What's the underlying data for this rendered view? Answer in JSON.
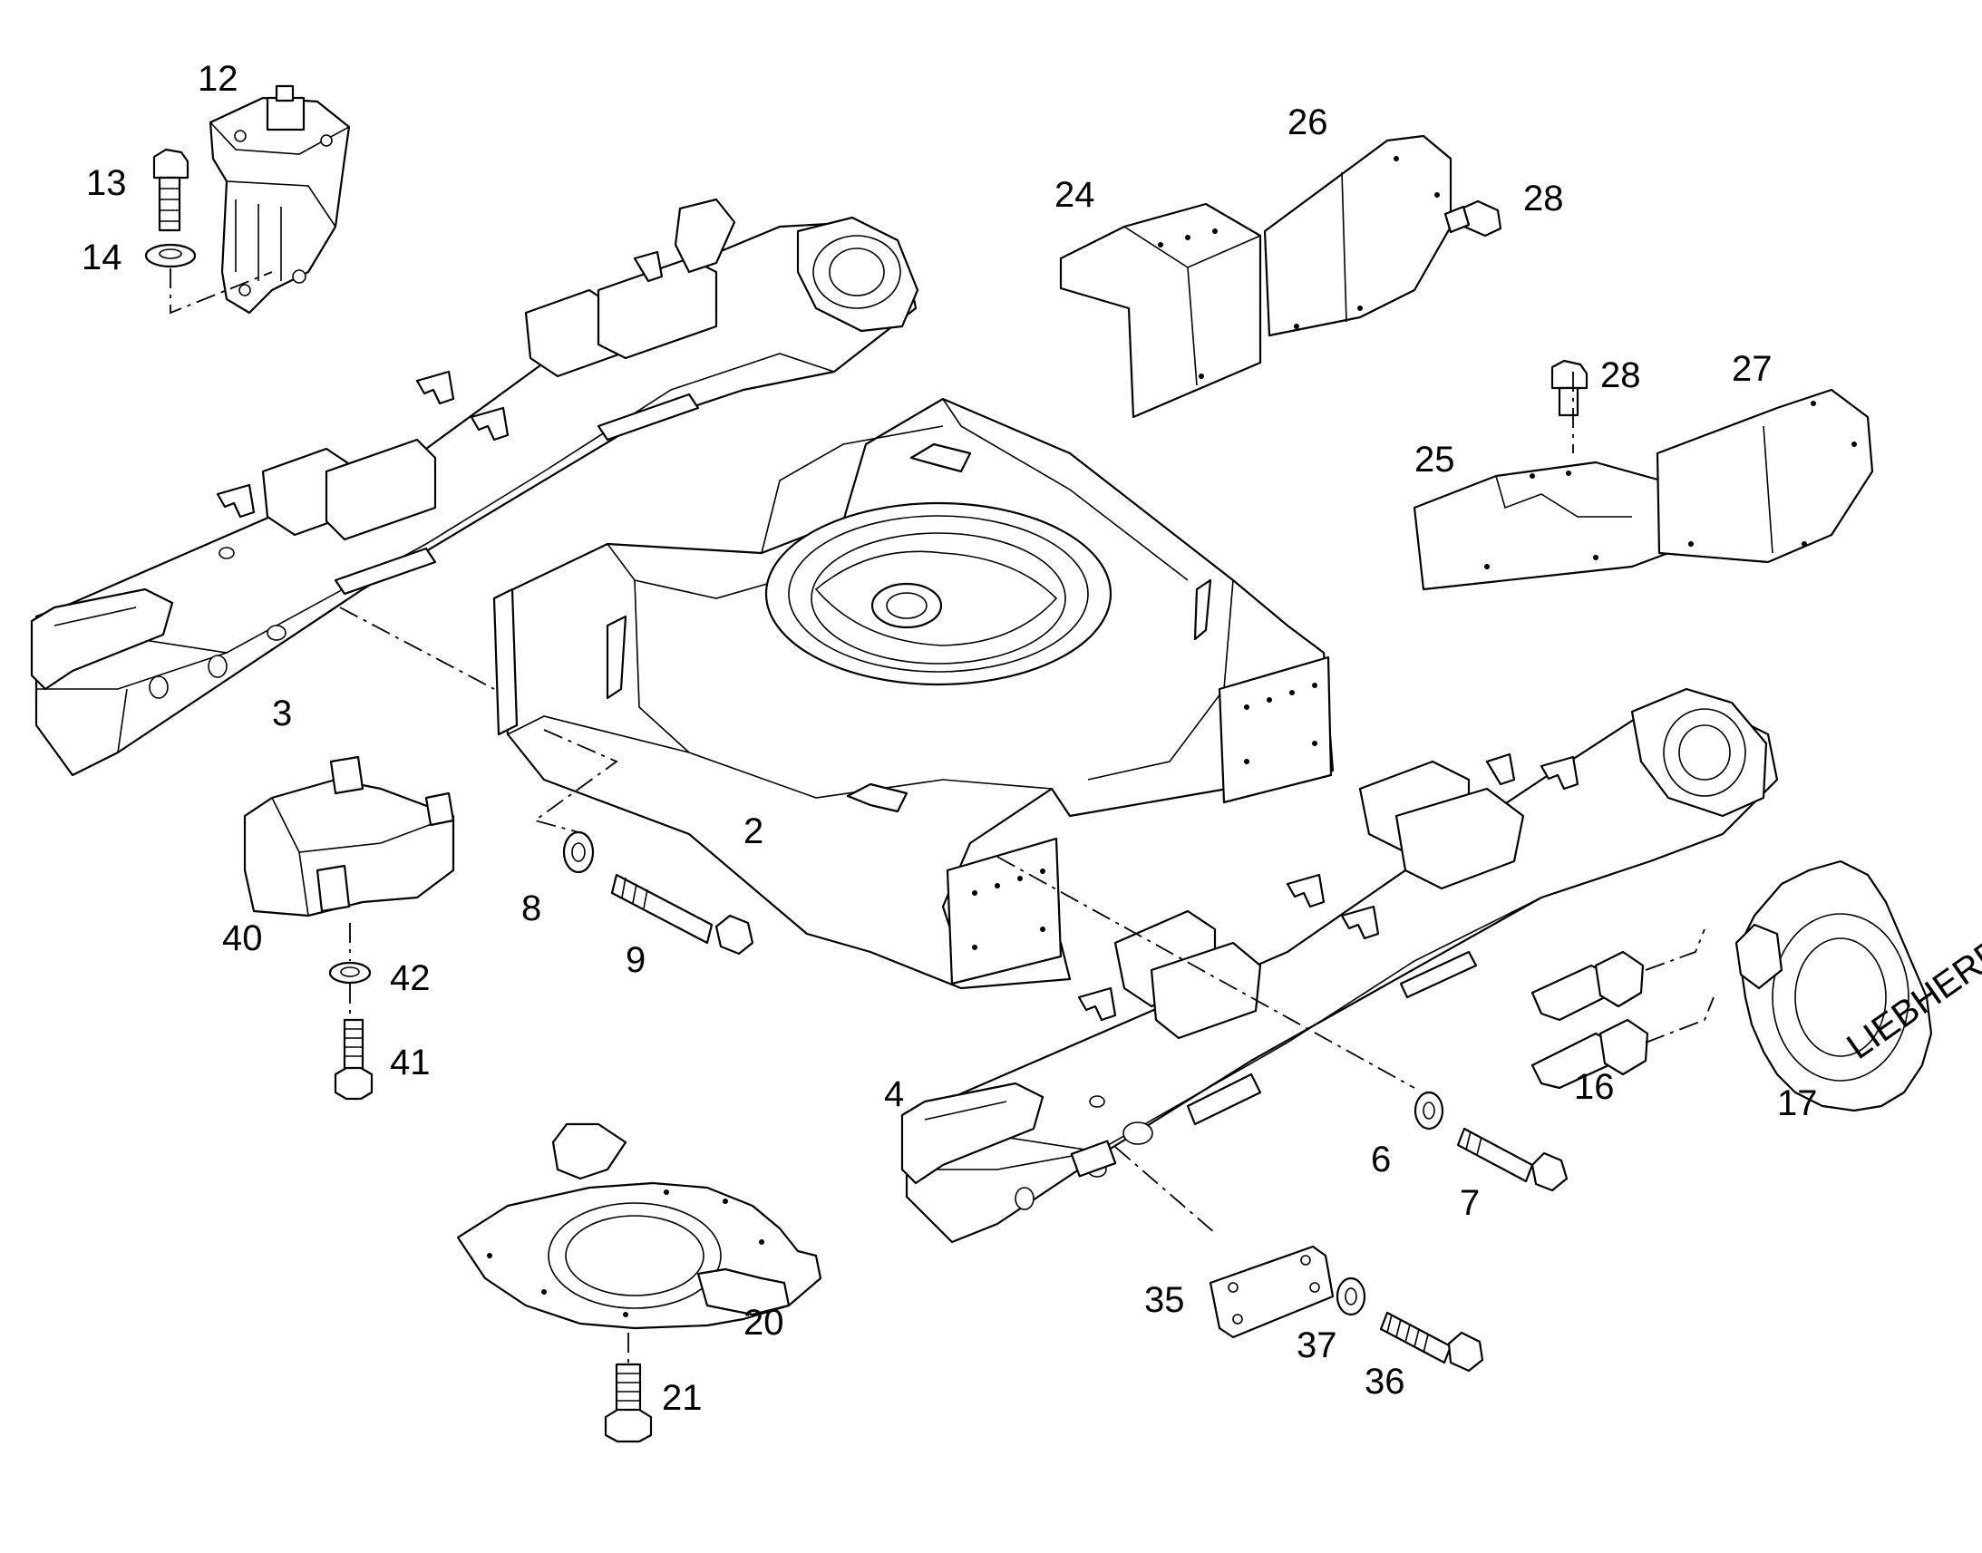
{
  "callouts": {
    "n2": "2",
    "n3": "3",
    "n4": "4",
    "n6": "6",
    "n7": "7",
    "n8": "8",
    "n9": "9",
    "n12": "12",
    "n13": "13",
    "n14": "14",
    "n16": "16",
    "n17": "17",
    "n20": "20",
    "n21": "21",
    "n24": "24",
    "n25": "25",
    "n26": "26",
    "n27": "27",
    "n28a": "28",
    "n28b": "28",
    "n35": "35",
    "n36": "36",
    "n37": "37",
    "n40": "40",
    "n41": "41",
    "n42": "42"
  },
  "sprocket_logo": "LIEBHERR",
  "colors": {
    "line": "#000000",
    "background": "#ffffff"
  }
}
